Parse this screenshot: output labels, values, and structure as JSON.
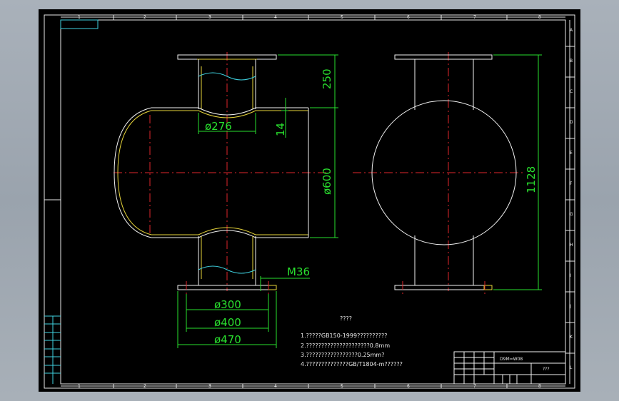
{
  "drawing": {
    "ruler_top": [
      "1",
      "2",
      "3",
      "4",
      "5",
      "6",
      "7",
      "8"
    ],
    "ruler_bottom": [
      "1",
      "2",
      "3",
      "4",
      "5",
      "6",
      "7",
      "8"
    ],
    "ruler_right": [
      "A",
      "B",
      "C",
      "D",
      "E",
      "F",
      "G",
      "H",
      "I",
      "J",
      "K",
      "L"
    ],
    "dimensions": {
      "d276": "ø276",
      "d600": "ø600",
      "d300": "ø300",
      "d400": "ø400",
      "d470": "ø470",
      "h250": "250",
      "h14": "14",
      "h1128": "1128",
      "m36": "M36"
    },
    "notes_title": "????",
    "notes": [
      "1.?????GB150-1999??????????",
      "2.?????????????????????0.8mm",
      "3.?????????????????0.25mm?",
      "4.??????????????GB/T1804-m??????"
    ],
    "title_block": {
      "part_no": "D9M=W08",
      "name": "???"
    }
  }
}
